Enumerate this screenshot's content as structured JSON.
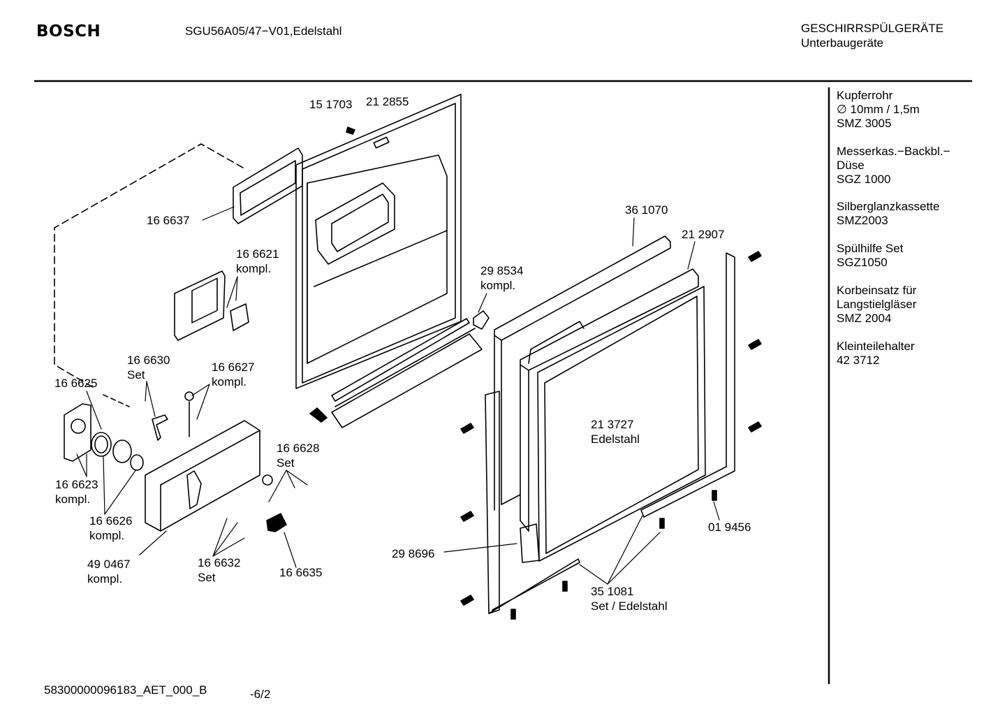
{
  "header": {
    "brand": "BOSCH",
    "model": "SGU56A05/47−V01,Edelstahl",
    "category_line1": "GESCHIRRSPÜLGERÄTE",
    "category_line2": "Unterbaugeräte"
  },
  "parts": [
    {
      "text": "15 1703"
    },
    {
      "text": "21 2855"
    },
    {
      "text": "16 6637"
    },
    {
      "text": "16 6621\nkompl."
    },
    {
      "text": "36 1070"
    },
    {
      "text": "21 2907"
    },
    {
      "text": "29 8534\nkompl."
    },
    {
      "text": "16 6630\nSet"
    },
    {
      "text": "16 6627\nkompl."
    },
    {
      "text": "16 6625"
    },
    {
      "text": "21 3727\nEdelstahl"
    },
    {
      "text": "16 6628\nSet"
    },
    {
      "text": "16 6623\nkompl."
    },
    {
      "text": "16 6626\nkompl."
    },
    {
      "text": "01 9456"
    },
    {
      "text": "49 0467\nkompl."
    },
    {
      "text": "29 8696"
    },
    {
      "text": "16 6632\nSet"
    },
    {
      "text": "16 6635"
    },
    {
      "text": "35 1081\nSet / Edelstahl"
    }
  ],
  "accessories": [
    {
      "text": "Kupferrohr\n∅ 10mm / 1,5m\nSMZ 3005"
    },
    {
      "text": "Messerkas.−Backbl.−\nDüse\nSGZ 1000"
    },
    {
      "text": "Silberglanzkassette\nSMZ2003"
    },
    {
      "text": "Spülhilfe Set\nSGZ1050"
    },
    {
      "text": "Korbeinsatz für\nLangstielgläser\nSMZ 2004"
    },
    {
      "text": "Kleinteilehalter\n42 3712"
    }
  ],
  "footer": {
    "doc_id": "58300000096183_AET_000_B",
    "page": "-6/2"
  }
}
